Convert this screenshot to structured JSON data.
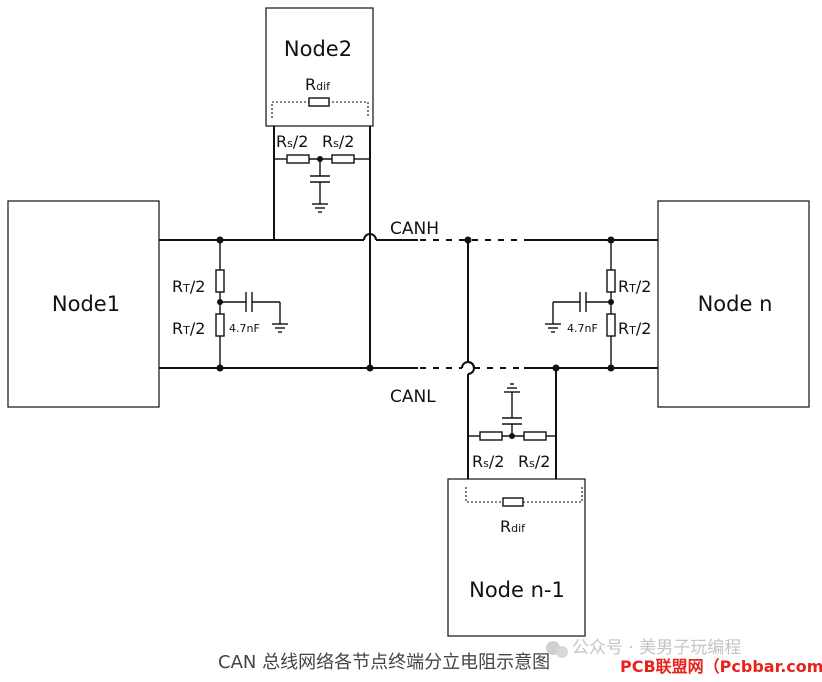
{
  "nodes": {
    "node1": "Node1",
    "node2": "Node2",
    "node_n": "Node n",
    "node_n_minus_1": "Node n-1"
  },
  "bus": {
    "canh": "CANH",
    "canl": "CANL"
  },
  "components": {
    "rdif_main": "R",
    "rdif_sub": "dif",
    "rs_main": "R",
    "rs_sub": "s",
    "rs_tail": "/2",
    "rt_main": "R",
    "rt_sub": "T",
    "rt_tail": "/2",
    "cap_value": "4.7nF"
  },
  "caption": "CAN 总线网络各节点终端分立电阻示意图",
  "watermark": "公众号 · 美男子玩编程",
  "brand": "PCB联盟网（Pcbbar.com）",
  "colors": {
    "line": "#111111",
    "brand": "#e8231b",
    "watermark": "#c4c4c4"
  }
}
